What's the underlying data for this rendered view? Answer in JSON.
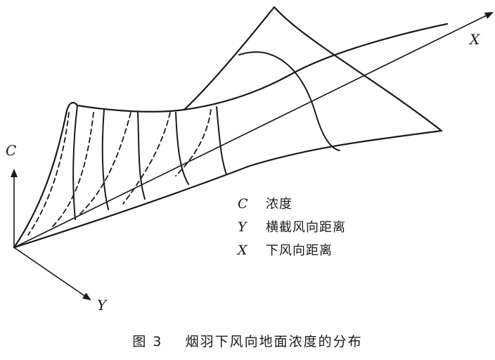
{
  "axes": {
    "c_label": "C",
    "y_label": "Y",
    "x_label": "X"
  },
  "legend": [
    {
      "symbol": "C",
      "text": "浓度"
    },
    {
      "symbol": "Y",
      "text": "横截风向距离"
    },
    {
      "symbol": "X",
      "text": "下风向距离"
    }
  ],
  "caption": "图 3    烟羽下风向地面浓度的分布",
  "colors": {
    "ink": "#1a1a1a",
    "background": "#ffffff"
  }
}
